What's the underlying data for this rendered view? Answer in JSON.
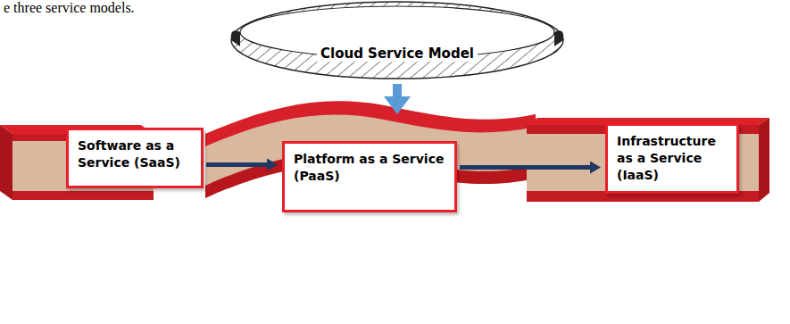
{
  "diagram": {
    "nodes": [
      {
        "text": [
          "Cloud Service Model"
        ]
      },
      {
        "text": [
          "Software as a Service (SaaS)"
        ]
      },
      {
        "text": [
          "Platform as a Service (PaaS)"
        ]
      },
      {
        "text": [
          "Infrastructure as a Service (IaaS)"
        ]
      }
    ],
    "edges": [
      {
        "from": 0,
        "to": 2,
        "arrow": "to"
      },
      {
        "from": 1,
        "to": 2,
        "arrow": "to"
      },
      {
        "from": 2,
        "to": 3,
        "arrow": "to"
      }
    ],
    "labels": [
      "e three service models."
    ]
  }
}
